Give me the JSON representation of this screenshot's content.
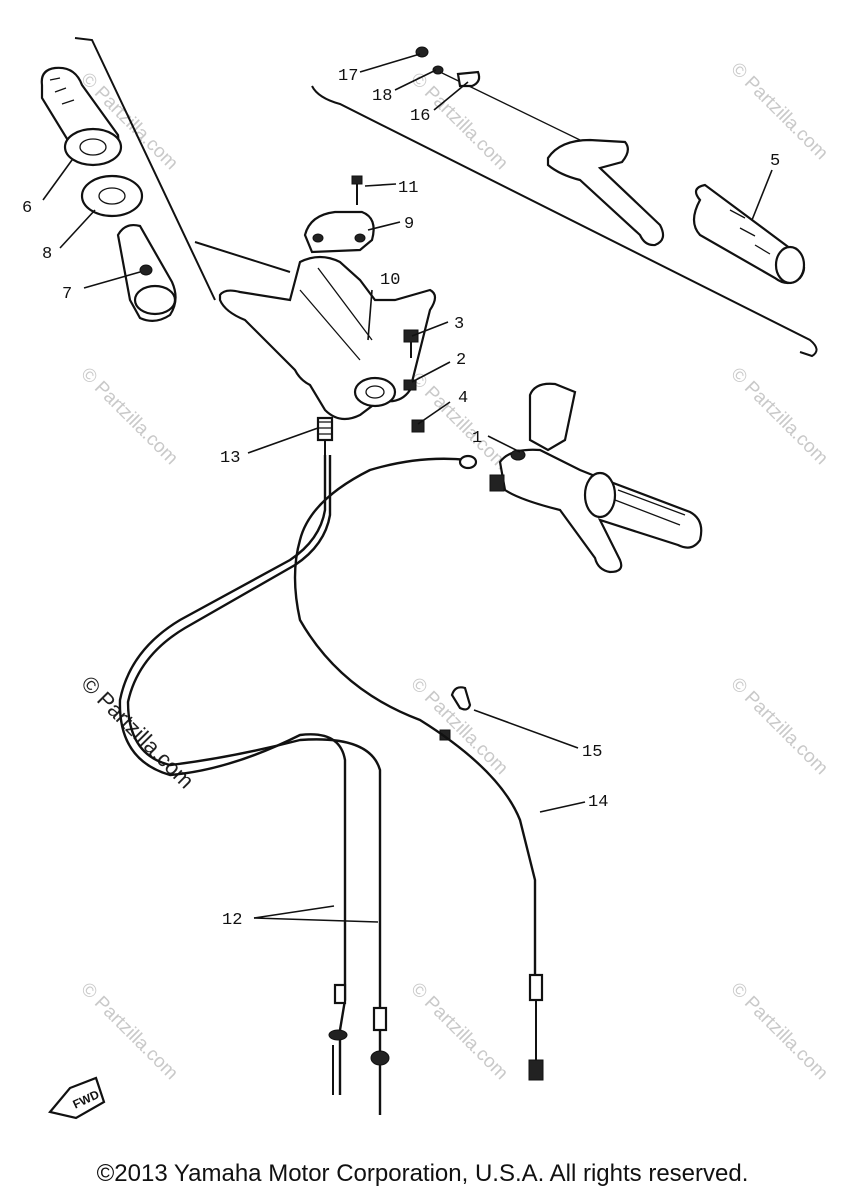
{
  "labels": {
    "l1": "1",
    "l2": "2",
    "l3": "3",
    "l4": "4",
    "l5": "5",
    "l6": "6",
    "l7": "7",
    "l8": "8",
    "l9": "9",
    "l10": "10",
    "l11": "11",
    "l12": "12",
    "l13": "13",
    "l14": "14",
    "l15": "15",
    "l16": "16",
    "l17": "17",
    "l18": "18"
  },
  "watermark": "© Partzilla.com",
  "fwd_label": "FWD",
  "copyright": "©2013 Yamaha Motor Corporation, U.S.A. All rights reserved."
}
